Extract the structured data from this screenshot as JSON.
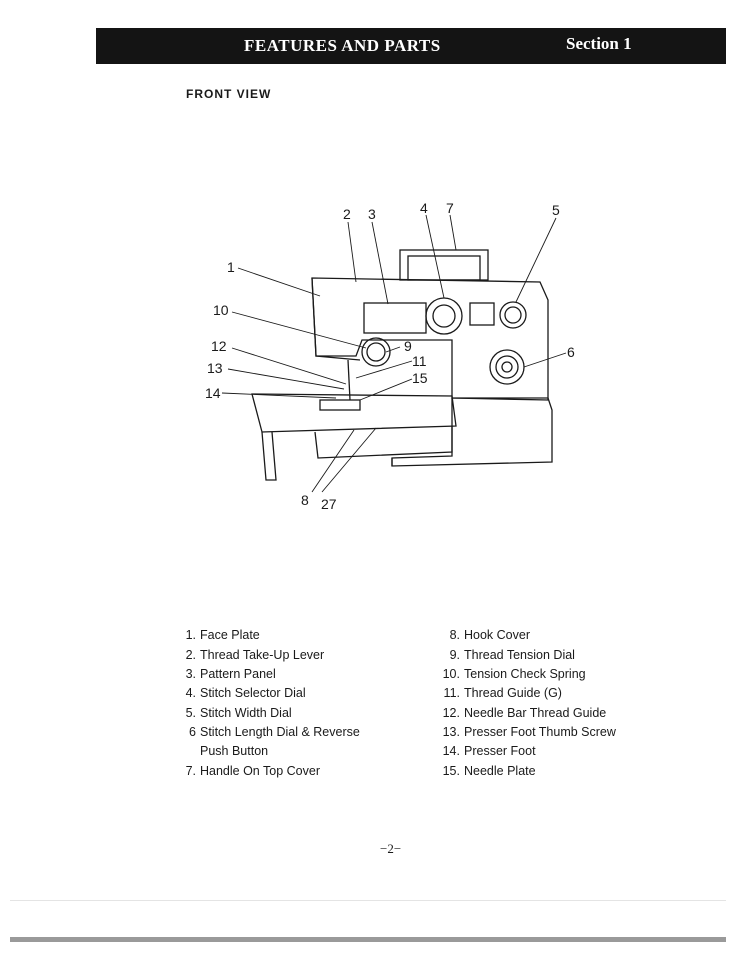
{
  "header": {
    "title": "FEATURES AND PARTS",
    "section": "Section 1"
  },
  "view_label": "FRONT VIEW",
  "callout_numbers": [
    "1",
    "2",
    "3",
    "4",
    "7",
    "5",
    "10",
    "12",
    "13",
    "14",
    "9",
    "11",
    "15",
    "6",
    "8",
    "27"
  ],
  "parts_left": [
    {
      "num": "1.",
      "label": "Face Plate"
    },
    {
      "num": "2.",
      "label": "Thread Take-Up Lever"
    },
    {
      "num": "3.",
      "label": "Pattern Panel"
    },
    {
      "num": "4.",
      "label": "Stitch Selector Dial"
    },
    {
      "num": "5.",
      "label": "Stitch Width Dial"
    },
    {
      "num": "6",
      "label": "Stitch Length Dial & Reverse"
    },
    {
      "num": "",
      "label": "Push Button"
    },
    {
      "num": "7.",
      "label": "Handle On Top Cover"
    }
  ],
  "parts_right": [
    {
      "num": "8.",
      "label": "Hook Cover"
    },
    {
      "num": "9.",
      "label": "Thread Tension Dial"
    },
    {
      "num": "10.",
      "label": "Tension Check Spring"
    },
    {
      "num": "11.",
      "label": "Thread Guide (G)"
    },
    {
      "num": "12.",
      "label": "Needle Bar Thread Guide"
    },
    {
      "num": "13.",
      "label": "Presser Foot Thumb Screw"
    },
    {
      "num": "14.",
      "label": "Presser Foot"
    },
    {
      "num": "15.",
      "label": "Needle Plate"
    }
  ],
  "page_number": "−2−",
  "colors": {
    "header_bg": "#141414",
    "ink": "#1a1a1a"
  }
}
